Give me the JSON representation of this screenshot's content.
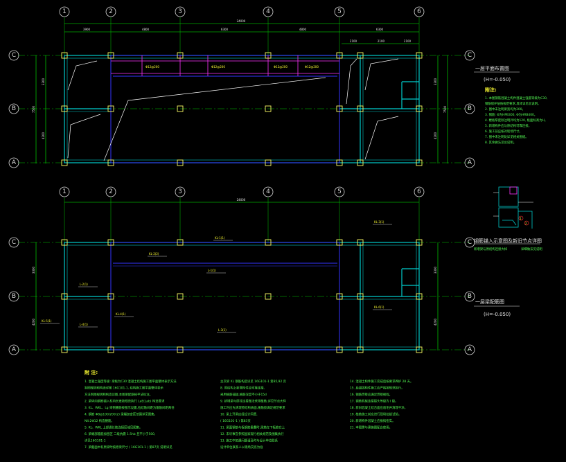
{
  "axes": {
    "columns": [
      "1",
      "2",
      "3",
      "4",
      "5",
      "6"
    ],
    "rows": [
      "A",
      "B",
      "C"
    ]
  },
  "plan1": {
    "title": "一层平面布置图",
    "elevation": "(H=-0.050)",
    "overall_dim": "24000",
    "segment_dims": [
      "3900",
      "4800",
      "6300",
      "4800",
      "6300"
    ],
    "right_dims": [
      "2100",
      "2100",
      "2100"
    ],
    "row_dims": [
      "3300",
      "4200"
    ],
    "total_row_dim": "7500"
  },
  "plan1_notes": {
    "heading": "附注:",
    "items": [
      "1. 本图钢筋混凝土构件混凝土强度等级为C30,",
      "   钢筋保护层按规范要求,具体详见总说明。",
      "2. 图中未注明梁宽均为200。",
      "3. 钢筋: Φ为HPB300, Φ为HRB400。",
      "4. 楼板厚度除注明外均为120, 板面标高为H。",
      "5. 新增构件应与原结构可靠连接。",
      "6. 施工前应核对现场尺寸。",
      "7. 图中未注明处详见相关图纸。",
      "8. 其余做法见总说明。"
    ]
  },
  "detail": {
    "caption": "钢筋锚入示意图及新旧节点详图",
    "sub_caption": "新增梁与原结构连接大样",
    "scale_note": "详细做法见说明",
    "tags": [
      "1",
      "2"
    ]
  },
  "plan2": {
    "title": "一层梁配筋图",
    "elevation": "(H=-0.050)",
    "overall_dim": "24000",
    "row_dims": [
      "3300",
      "4200"
    ],
    "beam_labels": [
      "KL-1(1)",
      "KL-2(2)",
      "KL-3(1)",
      "L-1(1)",
      "L-2(1)",
      "KL-4(1)",
      "L-3(1)",
      "KL-5(1)",
      "L-4(1)",
      "KL-6(1)"
    ]
  },
  "bottom_notes": {
    "heading": "附 注:",
    "col1": [
      "1. 混凝土强度等级: 梁板为C30 混凝土结构施工图平面整体表示方法",
      "   制图规则和构造详图 16G101-1, 结构施工图平面整体表示",
      "   方法制图规则和构造详图,本图梁配筋按平法标注。",
      "2. 梁纵向钢筋锚入柱内长度按规范执行 LaE(Lab)  构造要求",
      "3. KL、WKL、Lg 梁侧腰筋按图示设置,拉结筋间距为箍筋间距两倍",
      "4. 钢筋 Φ8@100/200(2) 梁端加密区范围详见图集。",
      "   N4:2Φ12 构造腰筋。",
      "5. KL、WKL 上部通长筋连接区域见图集。",
      "6. 梁端部箍筋加密区 二级抗震 1.5hb 且不小于500,",
      "   详见16G101-1",
      "7. 梁截面中有原梁时按原梁尺寸 ( 16G101-1 )  第87页 说明详见"
    ],
    "col2": [
      "主次梁 XL 钢筋构造详见 16G101-1 第85,92 页",
      "8. 原结构上新增构件应可靠连接,",
      "   采用植筋锚固,植筋深度不小于15d",
      "9. 新增梁与原柱连接做法采用植筋,详见节点大样",
      "   施工时应先清理原结构表面,植筋胶满足规范要求",
      "10. 梁上开洞应经设计同意,",
      "    ( 16G101-1 ) 第83页",
      "11. 梁面钢筋与板钢筋重叠时,梁筋在下板筋在上",
      "12. 未尽事宜参照国家现行相关规范及图集执行",
      "13. 施工中如遇问题请及时与设计单位联系",
      "    设计单位联系人以现场交底为准"
    ],
    "col3": [
      "14. 混凝土构件施工完成后按要求养护 28 天。",
      "15. 后锚固构件施工应严格按规范执行。",
      "16. 钢筋焊接应满足焊接规程。",
      "17. 钢筋机械连接接头等级为 I 级。",
      "18. 新旧混凝土结合面应凿毛并清理干净。",
      "19. 植筋施工前应进行现场拉拔试验。",
      "20. 新增构件混凝土应振捣密实。",
      "21. 本图需与建施图配合使用。"
    ]
  },
  "colors": {
    "axis_line": "#00cc00",
    "wall": "#00cccc",
    "beam_blue": "#3333ff",
    "magenta": "#ff33ff",
    "column": "#ffff66",
    "dim": "#00ff00",
    "text_yellow": "#ffff33"
  }
}
